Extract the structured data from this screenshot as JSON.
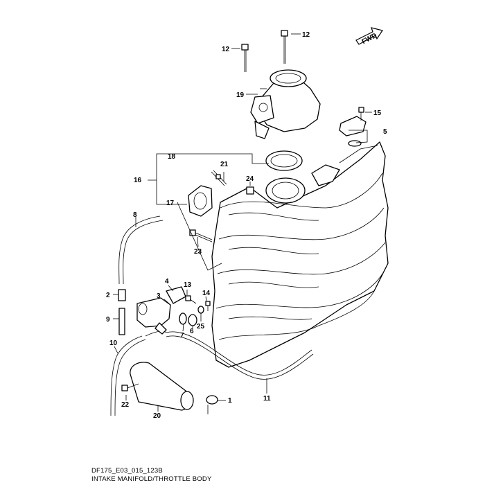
{
  "caption": {
    "code": "DF175_E03_015_123B",
    "title": "INTAKE MANIFOLD/THROTTLE BODY"
  },
  "fwd_label": "FWD",
  "callouts": {
    "c1": "1",
    "c2": "2",
    "c3": "3",
    "c4": "4",
    "c5": "5",
    "c6": "6",
    "c7": "7",
    "c8": "8",
    "c9": "9",
    "c10": "10",
    "c11": "11",
    "c12a": "12",
    "c12b": "12",
    "c13": "13",
    "c14": "14",
    "c15": "15",
    "c16": "16",
    "c17": "17",
    "c18": "18",
    "c19": "19",
    "c20": "20",
    "c21": "21",
    "c22": "22",
    "c23": "23",
    "c24": "24",
    "c25": "25"
  }
}
